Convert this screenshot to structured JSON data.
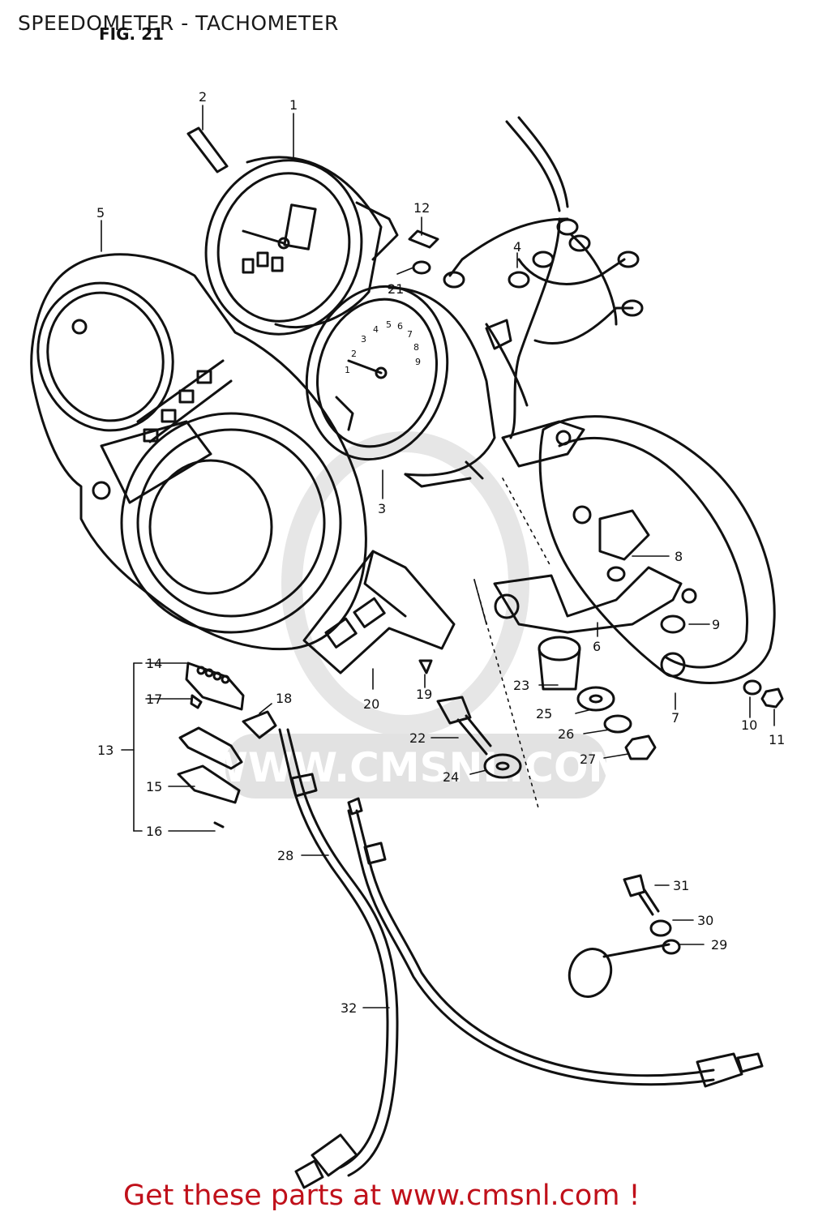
{
  "page": {
    "title": "SPEEDOMETER - TACHOMETER",
    "figure": "FIG. 21",
    "footer_text": "Get these parts at www.cmsnl.com !"
  },
  "watermark": {
    "text": "WWW.CMSNL.COM"
  },
  "gauge_markings": {
    "tach_numbers": [
      "1",
      "2",
      "3",
      "4",
      "5",
      "6",
      "7",
      "8",
      "9"
    ]
  },
  "callouts": [
    {
      "id": "1",
      "label": "1"
    },
    {
      "id": "2",
      "label": "2"
    },
    {
      "id": "3",
      "label": "3"
    },
    {
      "id": "4",
      "label": "4"
    },
    {
      "id": "5",
      "label": "5"
    },
    {
      "id": "6",
      "label": "6"
    },
    {
      "id": "7",
      "label": "7"
    },
    {
      "id": "8",
      "label": "8"
    },
    {
      "id": "9",
      "label": "9"
    },
    {
      "id": "10",
      "label": "10"
    },
    {
      "id": "11",
      "label": "11"
    },
    {
      "id": "12",
      "label": "12"
    },
    {
      "id": "13",
      "label": "13"
    },
    {
      "id": "14",
      "label": "14"
    },
    {
      "id": "15",
      "label": "15"
    },
    {
      "id": "16",
      "label": "16"
    },
    {
      "id": "17",
      "label": "17"
    },
    {
      "id": "18",
      "label": "18"
    },
    {
      "id": "19",
      "label": "19"
    },
    {
      "id": "20",
      "label": "20"
    },
    {
      "id": "21",
      "label": "21"
    },
    {
      "id": "22",
      "label": "22"
    },
    {
      "id": "23",
      "label": "23"
    },
    {
      "id": "24",
      "label": "24"
    },
    {
      "id": "25",
      "label": "25"
    },
    {
      "id": "26",
      "label": "26"
    },
    {
      "id": "27",
      "label": "27"
    },
    {
      "id": "28",
      "label": "28"
    },
    {
      "id": "29",
      "label": "29"
    },
    {
      "id": "30",
      "label": "30"
    },
    {
      "id": "31",
      "label": "31"
    },
    {
      "id": "32",
      "label": "32"
    }
  ],
  "colors": {
    "ink": "#111111",
    "footer_link": "#c0101a",
    "watermark": "#e2e2e2"
  }
}
